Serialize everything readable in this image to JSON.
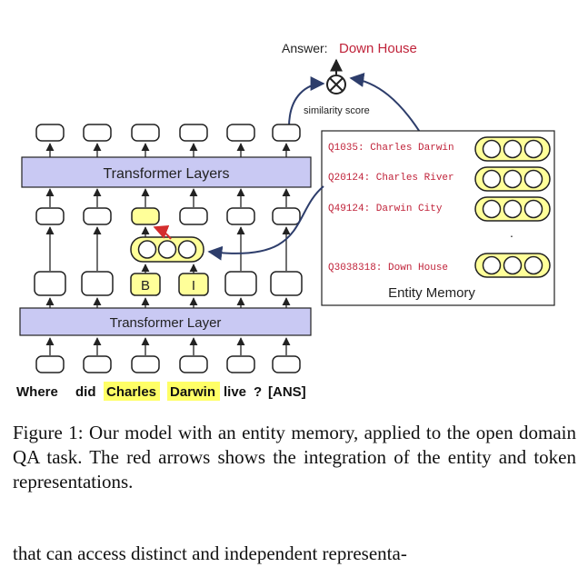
{
  "figure": {
    "answer_label": "Answer:",
    "answer_value": "Down House",
    "similarity_label": "similarity score",
    "upper_block_label": "Transformer Layers",
    "lower_block_label": "Transformer Layer",
    "bio_tags": [
      "B",
      "I"
    ],
    "input_tokens": [
      "Where",
      "did",
      "Charles",
      "Darwin",
      "live",
      "?",
      "[ANS]"
    ],
    "entity_memory": {
      "title": "Entity Memory",
      "entries": [
        "Q1035: Charles Darwin",
        "Q20124: Charles River",
        "Q49124: Darwin City",
        "Q3038318: Down House"
      ],
      "ellipsis": "."
    },
    "colors": {
      "block_fill": "#c9c9f3",
      "highlight": "#ffff99",
      "entity_red": "#c0233a",
      "arrow_navy": "#2d3d6b",
      "arrow_red": "#d42d2d"
    }
  },
  "caption": "Figure 1: Our model with an entity memory, applied to the open domain QA task. The red arrows shows the integration of the entity and token representations.",
  "body_text": "that can access distinct and independent representa-"
}
